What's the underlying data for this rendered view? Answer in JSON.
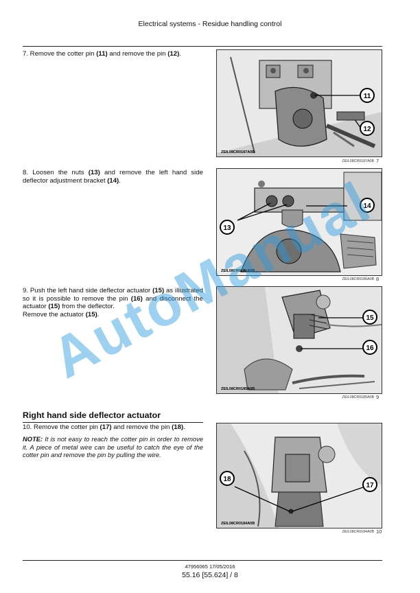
{
  "header": {
    "title": "Electrical systems - Residue handling control"
  },
  "steps": [
    {
      "num": "7.",
      "parts": [
        {
          "t": "Remove the cotter pin "
        },
        {
          "t": "(11)",
          "b": true
        },
        {
          "t": " and remove the pin "
        },
        {
          "t": "(12)",
          "b": true
        },
        {
          "t": "."
        }
      ]
    },
    {
      "num": "8.",
      "parts": [
        {
          "t": "Loosen the nuts "
        },
        {
          "t": "(13)",
          "b": true
        },
        {
          "t": " and remove the left hand side deflector adjustment bracket "
        },
        {
          "t": "(14)",
          "b": true
        },
        {
          "t": "."
        }
      ]
    },
    {
      "num": "9.",
      "parts": [
        {
          "t": "Push the left hand side deflector actuator "
        },
        {
          "t": "(15)",
          "b": true
        },
        {
          "t": " as illustrated so it is possible to remove the pin "
        },
        {
          "t": "(16)",
          "b": true
        },
        {
          "t": " and disconnect the actuator "
        },
        {
          "t": "(15)",
          "b": true
        },
        {
          "t": " from the deflector."
        },
        {
          "br": true
        },
        {
          "t": "Remove the actuator "
        },
        {
          "t": "(15)",
          "b": true
        },
        {
          "t": "."
        }
      ]
    },
    {
      "num": "10.",
      "parts": [
        {
          "t": "Remove the cotter pin "
        },
        {
          "t": "(17)",
          "b": true
        },
        {
          "t": " and remove the pin "
        },
        {
          "t": "(18)",
          "b": true
        },
        {
          "t": "."
        }
      ]
    }
  ],
  "section": {
    "title": "Right hand side deflector actuator"
  },
  "note": {
    "label": "NOTE:",
    "text": "It is not easy to reach the cotter pin in order to remove it.  A piece of metal wire can be useful to catch the eye of the cotter pin and remove the pin by pulling the wire."
  },
  "figures": [
    {
      "code_inside": "ZEIL08CR0187A0B",
      "code_below": "ZEIL08CR0187A0B",
      "number": "7",
      "callouts": [
        "11",
        "12"
      ]
    },
    {
      "code_inside": "ZEIL08CR0186A0B",
      "code_below": "ZEIL08CR0186A0B",
      "number": "8",
      "callouts": [
        "14",
        "13"
      ]
    },
    {
      "code_inside": "ZEIL08CR0185A0B",
      "code_below": "ZEIL08CR0185A0B",
      "number": "9",
      "callouts": [
        "15",
        "16"
      ]
    },
    {
      "code_inside": "ZEIL08CR0184A0B",
      "code_below": "ZEIL08CR0184A0B",
      "number": "10",
      "callouts": [
        "18",
        "17"
      ]
    }
  ],
  "footer": {
    "doc": "47956065 17/05/2016",
    "page": "55.16 [55.624] / 8"
  },
  "watermark": "AutoManual"
}
